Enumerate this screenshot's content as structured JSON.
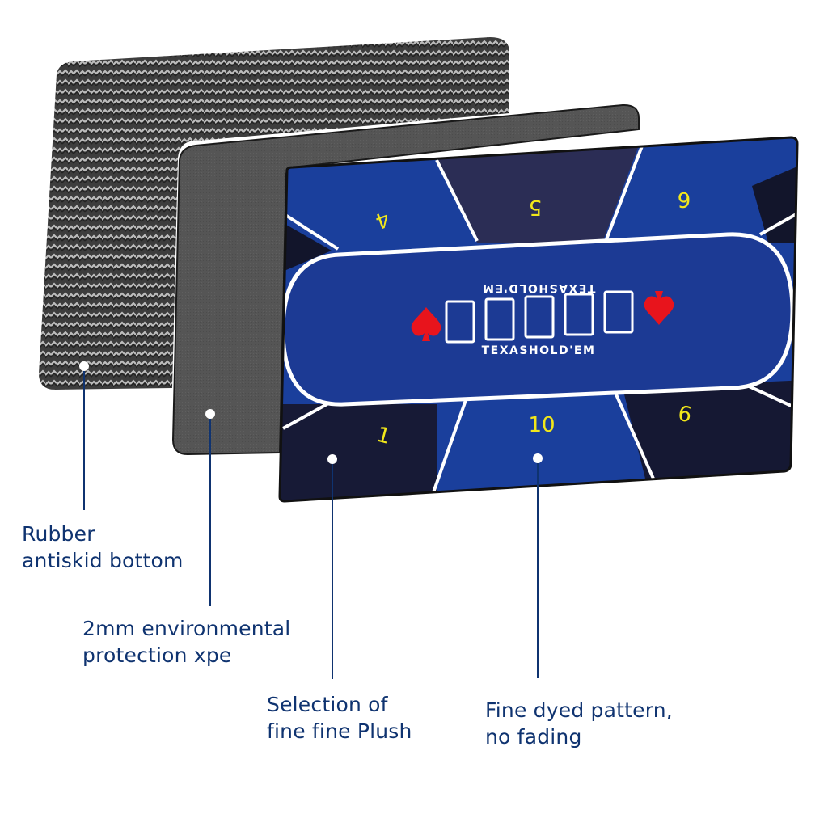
{
  "layers": [
    {
      "id": "rubber",
      "name": "rubber-antiskid-bottom",
      "description_lines": [
        "Rubber",
        "antiskid bottom"
      ],
      "texture": "herringbone",
      "color": "#4a4a4a"
    },
    {
      "id": "xpe",
      "name": "xpe-foam-layer",
      "description_lines": [
        "2mm environmental",
        "protection xpe"
      ],
      "texture": "foam",
      "color": "#555555"
    },
    {
      "id": "plush",
      "name": "plush-layer",
      "description_lines": [
        "Selection of",
        "fine fine Plush"
      ]
    },
    {
      "id": "pattern",
      "name": "dyed-pattern",
      "description_lines": [
        "Fine dyed pattern,",
        "no fading"
      ]
    }
  ],
  "table": {
    "felt_color": "#1a3f9c",
    "dark_color": "#141833",
    "line_color": "#ffffff",
    "seat_number_color": "#f2e71a",
    "suit_color": "#e8141c",
    "seats": [
      {
        "number": "4",
        "position": "top-left"
      },
      {
        "number": "5",
        "position": "top-center"
      },
      {
        "number": "6",
        "position": "top-right"
      },
      {
        "number": "1",
        "position": "bottom-left"
      },
      {
        "number": "10",
        "position": "bottom-center"
      },
      {
        "number": "9",
        "position": "bottom-right"
      }
    ],
    "brand_text_top": "TEXASHOLD'EM",
    "brand_text_bottom": "TEXASHOLD'EM",
    "card_slots": 5,
    "suits": [
      "spade",
      "spade"
    ]
  },
  "colors": {
    "label_text": "#0f3370",
    "leader_line": "#0f3370",
    "marker_dot": "#ffffff"
  }
}
